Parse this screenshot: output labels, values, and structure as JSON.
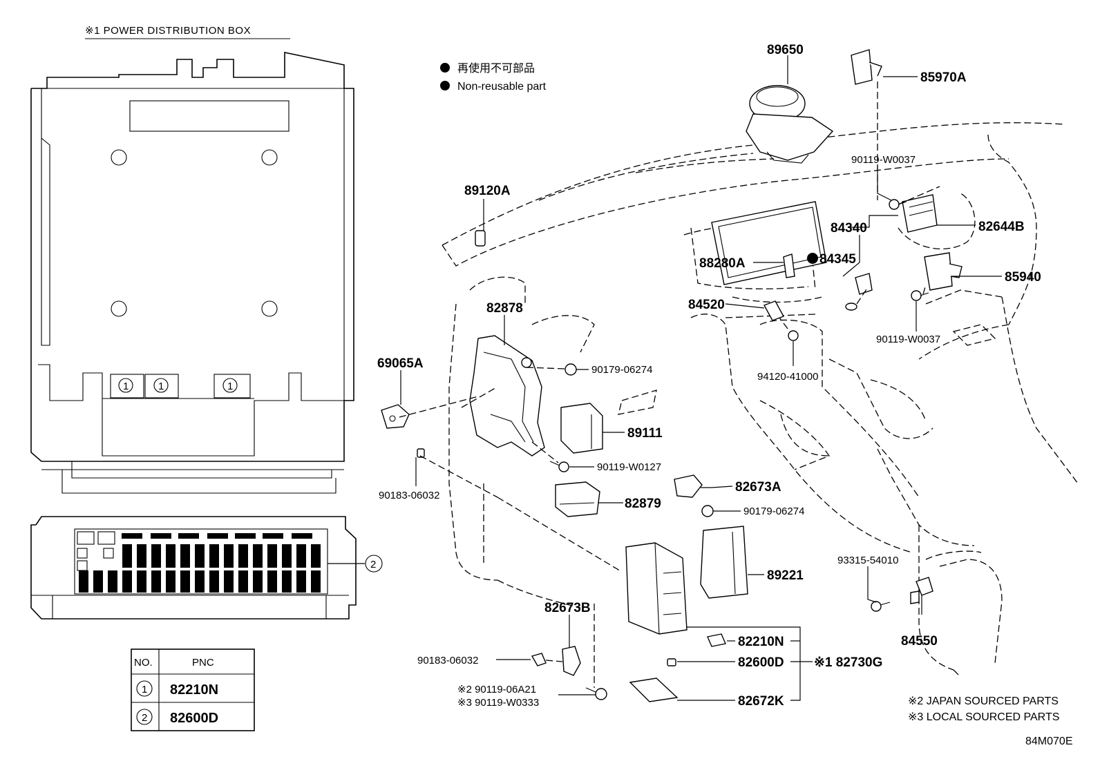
{
  "power_box": {
    "title": "※1  POWER DISTRIBUTION BOX",
    "fuse_callout_1": "1",
    "fuse_callout_2": "2"
  },
  "legend": {
    "jp_text": "再使用不可部品",
    "en_text": "Non-reusable part"
  },
  "pnc_table": {
    "headers": [
      "NO.",
      "PNC"
    ],
    "rows": [
      {
        "no": "1",
        "pnc": "82210N"
      },
      {
        "no": "2",
        "pnc": "82600D"
      }
    ]
  },
  "parts": {
    "p89650": "89650",
    "p85970A": "85970A",
    "p90119_W0037_top": "90119-W0037",
    "p89120A": "89120A",
    "p84340": "84340",
    "p82644B": "82644B",
    "p88280A": "88280A",
    "p84345": "84345",
    "p85940": "85940",
    "p84520": "84520",
    "p82878": "82878",
    "p90119_W0037_bot": "90119-W0037",
    "p69065A": "69065A",
    "p90179_06274_a": "90179-06274",
    "p94120_41000": "94120-41000",
    "p89111": "89111",
    "p90119_W0127": "90119-W0127",
    "p90183_06032_a": "90183-06032",
    "p82879": "82879",
    "p82673A": "82673A",
    "p90179_06274_b": "90179-06274",
    "p89221": "89221",
    "p93315_54010": "93315-54010",
    "p84550": "84550",
    "p82673B": "82673B",
    "p82210N": "82210N",
    "p90183_06032_b": "90183-06032",
    "p82600D": "82600D",
    "p82730G": "※1 82730G",
    "p90119_06A21": "※2 90119-06A21",
    "p90119_W0333": "※3 90119-W0333",
    "p82672K": "82672K"
  },
  "notes": {
    "japan": "※2 JAPAN SOURCED PARTS",
    "local": "※3 LOCAL SOURCED PARTS",
    "code": "84M070E"
  }
}
